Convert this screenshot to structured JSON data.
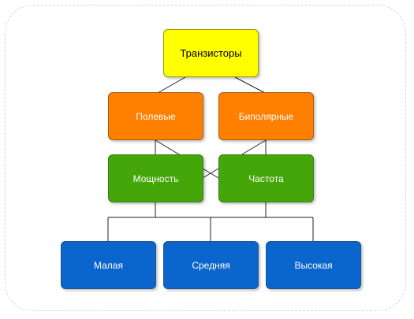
{
  "diagram": {
    "root": {
      "label": "Транзисторы",
      "color": "#ffff00"
    },
    "types": [
      {
        "label": "Полевые",
        "color": "#ff7f00"
      },
      {
        "label": "Биполярные",
        "color": "#ff7f00"
      }
    ],
    "characteristics": [
      {
        "label": "Мощность",
        "color": "#44a608"
      },
      {
        "label": "Частота",
        "color": "#44a608"
      }
    ],
    "levels": [
      {
        "label": "Малая",
        "color": "#0a66cc"
      },
      {
        "label": "Средняя",
        "color": "#0a66cc"
      },
      {
        "label": "Высокая",
        "color": "#0a66cc"
      }
    ]
  }
}
